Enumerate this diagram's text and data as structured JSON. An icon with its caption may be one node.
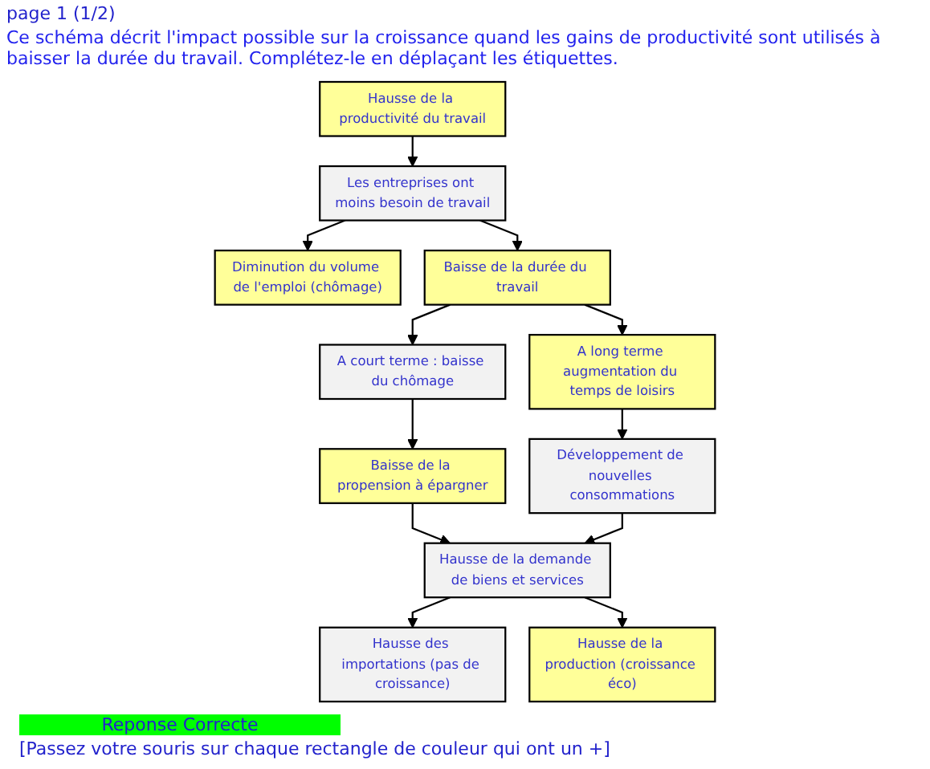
{
  "diagram": {
    "title": "Ce schéma décrit l'impact possible sur la croissance quand les gains de productivité sont utilisés à baisser la durée du travail. Complétez-le en déplaçant les étiquettes.",
    "nodes": [
      {
        "text": [
          "Hausse de la productivité du travail"
        ]
      },
      {
        "text": [
          "Les entreprises ont moins besoin de travail"
        ]
      },
      {
        "text": [
          "Diminution du volume de l'emploi (chômage)"
        ]
      },
      {
        "text": [
          "Baisse de la durée du travail"
        ]
      },
      {
        "text": [
          "A court terme : baisse du chômage"
        ]
      },
      {
        "text": [
          "A long terme augmentation du temps de loisirs"
        ]
      },
      {
        "text": [
          "Baisse de la propension à épargner"
        ]
      },
      {
        "text": [
          "Développement de nouvelles consommations"
        ]
      },
      {
        "text": [
          "Hausse de la demande de biens et services"
        ]
      },
      {
        "text": [
          "Hausse des importations (pas de croissance)"
        ]
      },
      {
        "text": [
          "Hausse de la production (croissance éco)"
        ]
      }
    ],
    "edges": [
      {
        "from": 0,
        "to": 1,
        "arrow": "to"
      },
      {
        "from": 1,
        "to": 2,
        "arrow": "to"
      },
      {
        "from": 1,
        "to": 3,
        "arrow": "to"
      },
      {
        "from": 3,
        "to": 4,
        "arrow": "to"
      },
      {
        "from": 3,
        "to": 5,
        "arrow": "to"
      },
      {
        "from": 4,
        "to": 6,
        "arrow": "to"
      },
      {
        "from": 5,
        "to": 7,
        "arrow": "to"
      },
      {
        "from": 6,
        "to": 8,
        "arrow": "to"
      },
      {
        "from": 7,
        "to": 8,
        "arrow": "to"
      },
      {
        "from": 8,
        "to": 9,
        "arrow": "to"
      },
      {
        "from": 8,
        "to": 10,
        "arrow": "to"
      }
    ],
    "labels": [
      "page 1 (1/2)",
      "Reponse Correcte",
      "[Passez votre souris sur chaque rectangle de couleur qui ont un +]"
    ]
  }
}
